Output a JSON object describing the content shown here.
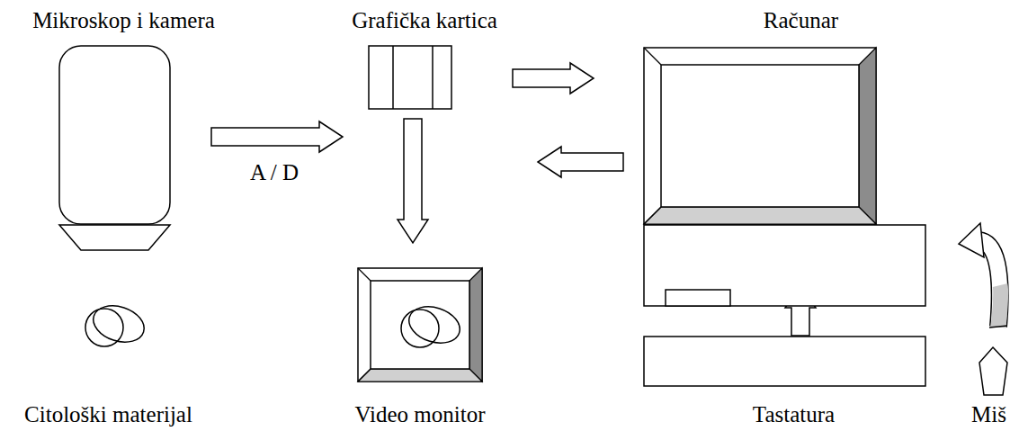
{
  "diagram": {
    "nodes": [
      {
        "text": [
          "Mikroskop i kamera"
        ]
      },
      {
        "text": [
          "Grafička kartica"
        ]
      },
      {
        "text": [
          "Računar"
        ]
      },
      {
        "text": [
          "Citološki materijal"
        ]
      },
      {
        "text": [
          "Video monitor"
        ]
      },
      {
        "text": [
          "Tastatura"
        ]
      },
      {
        "text": [
          "Miš"
        ]
      }
    ],
    "edges": [
      {
        "from": 0,
        "to": 1,
        "label": "A / D",
        "arrow": "to"
      },
      {
        "from": 1,
        "to": 2,
        "arrow": "to"
      },
      {
        "from": 2,
        "to": 1,
        "arrow": "to"
      },
      {
        "from": 1,
        "to": 4,
        "arrow": "to"
      },
      {
        "from": 5,
        "to": 2,
        "arrow": "to"
      },
      {
        "from": 6,
        "to": 2,
        "arrow": "to"
      }
    ]
  }
}
